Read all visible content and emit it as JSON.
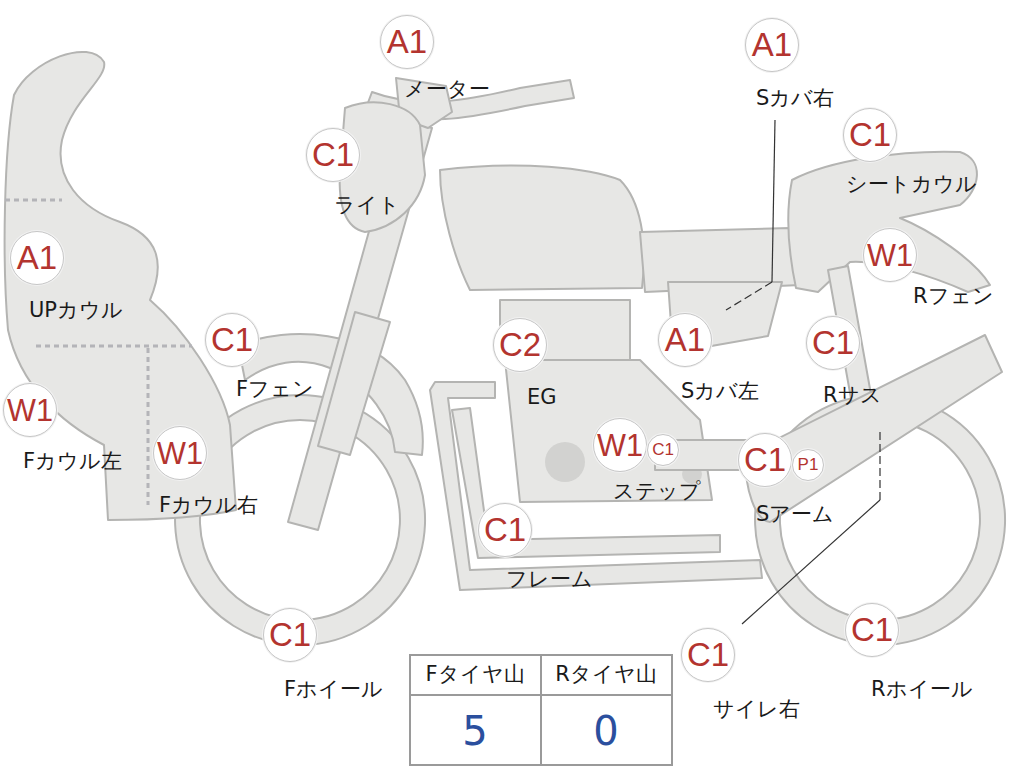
{
  "diagram": {
    "nodes": [
      {
        "text": [
          "A1",
          "メーター"
        ]
      },
      {
        "text": [
          "A1",
          "Sカバ右"
        ]
      },
      {
        "text": [
          "C1",
          "ライト"
        ]
      },
      {
        "text": [
          "C1",
          "シートカウル"
        ]
      },
      {
        "text": [
          "A1",
          "UPカウル"
        ]
      },
      {
        "text": [
          "W1",
          "Rフェン"
        ]
      },
      {
        "text": [
          "C1",
          "Fフェン"
        ]
      },
      {
        "text": [
          "C2",
          "EG"
        ]
      },
      {
        "text": [
          "A1",
          "Sカバ左"
        ]
      },
      {
        "text": [
          "C1",
          "Rサス"
        ]
      },
      {
        "text": [
          "W1",
          "Fカウル左"
        ]
      },
      {
        "text": [
          "W1",
          "Fカウル右"
        ]
      },
      {
        "text": [
          "W1",
          "ステップ"
        ]
      },
      {
        "text": [
          "C1"
        ]
      },
      {
        "text": [
          "C1",
          "Sアーム"
        ]
      },
      {
        "text": [
          "P1"
        ]
      },
      {
        "text": [
          "C1",
          "フレーム"
        ]
      },
      {
        "text": [
          "C1",
          "Fホイール"
        ]
      },
      {
        "text": [
          "C1",
          "サイレ右"
        ]
      },
      {
        "text": [
          "C1",
          "Rホイール"
        ]
      }
    ],
    "labels": [
      "Fタイヤ山",
      "Rタイヤ山",
      "5",
      "0"
    ]
  }
}
